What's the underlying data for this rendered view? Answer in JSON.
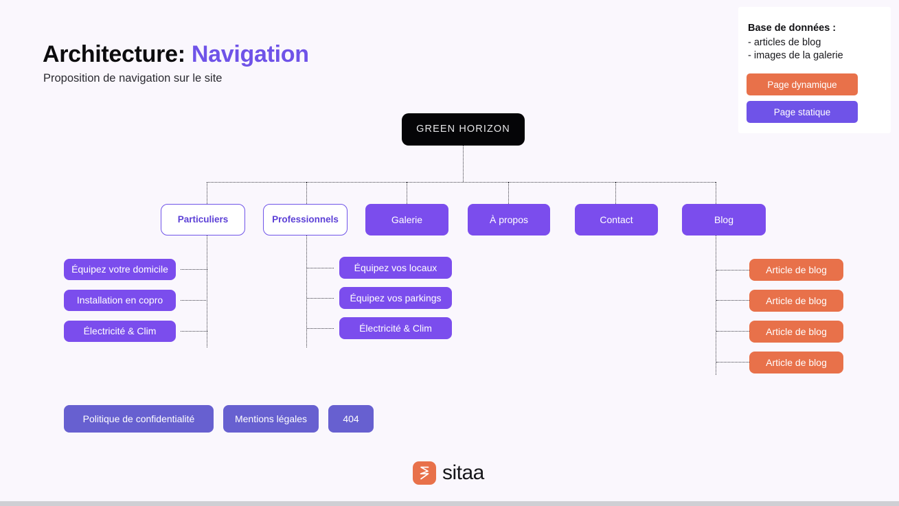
{
  "header": {
    "title_main": "Architecture",
    "title_separator": ":",
    "title_accent": "Navigation",
    "subtitle": "Proposition de navigation sur le site"
  },
  "legend": {
    "title": "Base de données :",
    "line_1": "- articles de blog",
    "line_2": "- images de la galerie",
    "chip_dynamic": "Page dynamique",
    "chip_static": "Page statique",
    "color_dynamic": "#e8714a",
    "color_static": "#6f53e8"
  },
  "diagram": {
    "root": "GREEN HORIZON",
    "nav": [
      {
        "label": "Particuliers",
        "style": "outline"
      },
      {
        "label": "Professionnels",
        "style": "outline"
      },
      {
        "label": "Galerie",
        "style": "purple"
      },
      {
        "label": "À propos",
        "style": "purple"
      },
      {
        "label": "Contact",
        "style": "purple"
      },
      {
        "label": "Blog",
        "style": "purple"
      }
    ],
    "particuliers_children": [
      "Équipez votre domicile",
      "Installation en copro",
      "Électricité & Clim"
    ],
    "professionnels_children": [
      "Équipez vos locaux",
      "Équipez vos parkings",
      "Électricité & Clim"
    ],
    "blog_children": [
      "Article de blog",
      "Article de blog",
      "Article de blog",
      "Article de blog"
    ],
    "utility_pages": [
      "Politique de confidentialité",
      "Mentions légales",
      "404"
    ]
  },
  "footer": {
    "brand": "sitaa"
  },
  "colors": {
    "background": "#faf7fd",
    "accent_purple": "#6f53e8",
    "node_purple": "#7b4ded",
    "node_indigo": "#6760d0",
    "node_orange": "#e8714a",
    "root_black": "#050507",
    "connector": "#3a3a42"
  }
}
